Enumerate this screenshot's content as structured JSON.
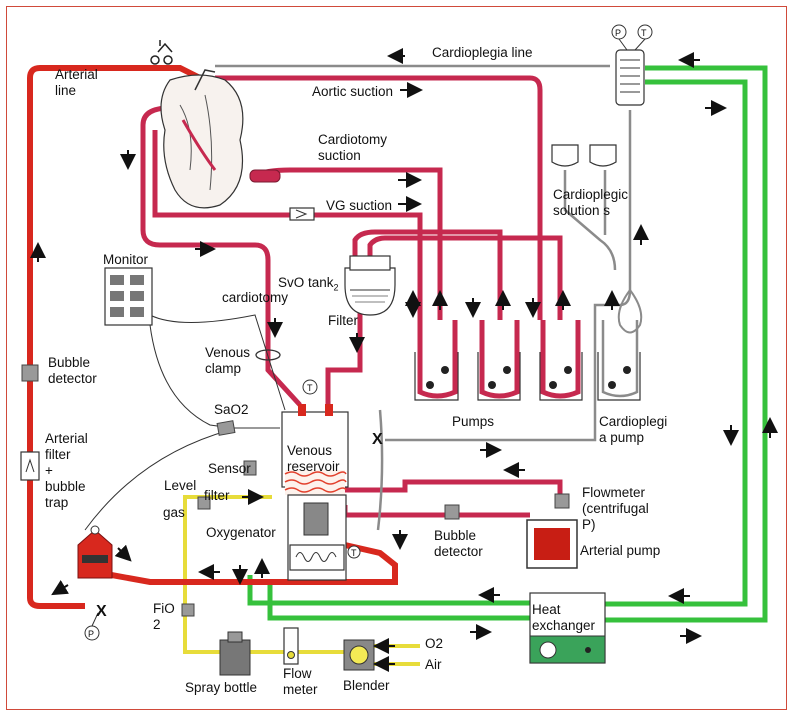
{
  "labels": {
    "arterial_line": "Arterial\nline",
    "cardioplegia_line": "Cardioplegia line",
    "aortic_suction": "Aortic suction",
    "cardiotomy_suction": "Cardiotomy\nsuction",
    "vg_suction": "VG suction",
    "cardioplegic_solutions": "Cardioplegic\nsolution s",
    "monitor": "Monitor",
    "svo_tank": "SvO tank",
    "svo_sub": "2",
    "cardiotomy": "cardiotomy",
    "filter_top": "Filter",
    "venous_clamp": "Venous\nclamp",
    "bubble_detector_left": "Bubble\ndetector",
    "sao2": "SaO2",
    "arterial_filter": "Arterial\nfilter\n+\nbubble\ntrap",
    "sensor": "Sensor",
    "venous_reservoir": "Venous\nreservoir",
    "level": "Level",
    "gas": "gas",
    "filter_gas": "filter",
    "oxygenator": "Oxygenator",
    "pumps": "Pumps",
    "cardioplegia_pump": "Cardioplegi\na pump",
    "flowmeter": "Flowmeter\n(centrifugal\nP)",
    "arterial_pump": "Arterial pump",
    "bubble_detector_mid": "Bubble\ndetector",
    "fio2": "FiO\n2",
    "heat_exchanger": "Heat\nexchanger",
    "o2": "O2",
    "air": "Air",
    "spray_bottle": "Spray bottle",
    "flow_meter": "Flow\nmeter",
    "blender": "Blender",
    "gauge_p": "P",
    "gauge_t": "T",
    "clamp_x": "X"
  },
  "colors": {
    "arterial": "#d8281e",
    "venous": "#c6294f",
    "water": "#36c13c",
    "gas": "#e7dc3a",
    "frame": "#d04a3a"
  }
}
